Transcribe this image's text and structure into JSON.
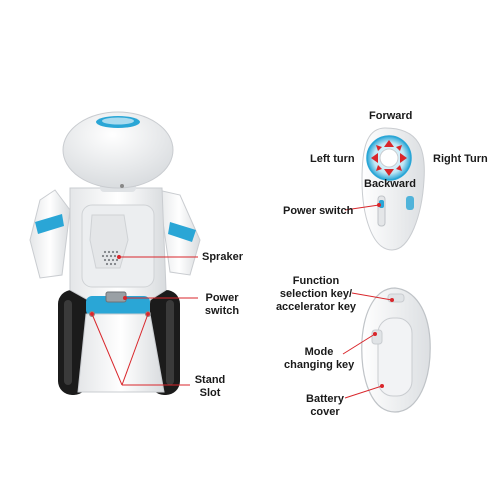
{
  "robot": {
    "speaker_label": "Spraker",
    "power_label_line1": "Power",
    "power_label_line2": "switch",
    "stand_label_line1": "Stand",
    "stand_label_line2": "Slot"
  },
  "remote_front": {
    "forward_label": "Forward",
    "left_label": "Left turn",
    "right_label": "Right Turn",
    "backward_label": "Backward",
    "power_label": "Power switch"
  },
  "remote_back": {
    "function_line1": "Function",
    "function_line2": "selection key/",
    "function_line3": "accelerator key",
    "mode_line1": "Mode",
    "mode_line2": "changing key",
    "battery_line1": "Battery",
    "battery_line2": "cover"
  },
  "colors": {
    "accent_blue": "#2aa6d6",
    "marker_red": "#d9262b",
    "body_white": "#f4f5f6",
    "wheel_dark": "#1b1b1b"
  }
}
